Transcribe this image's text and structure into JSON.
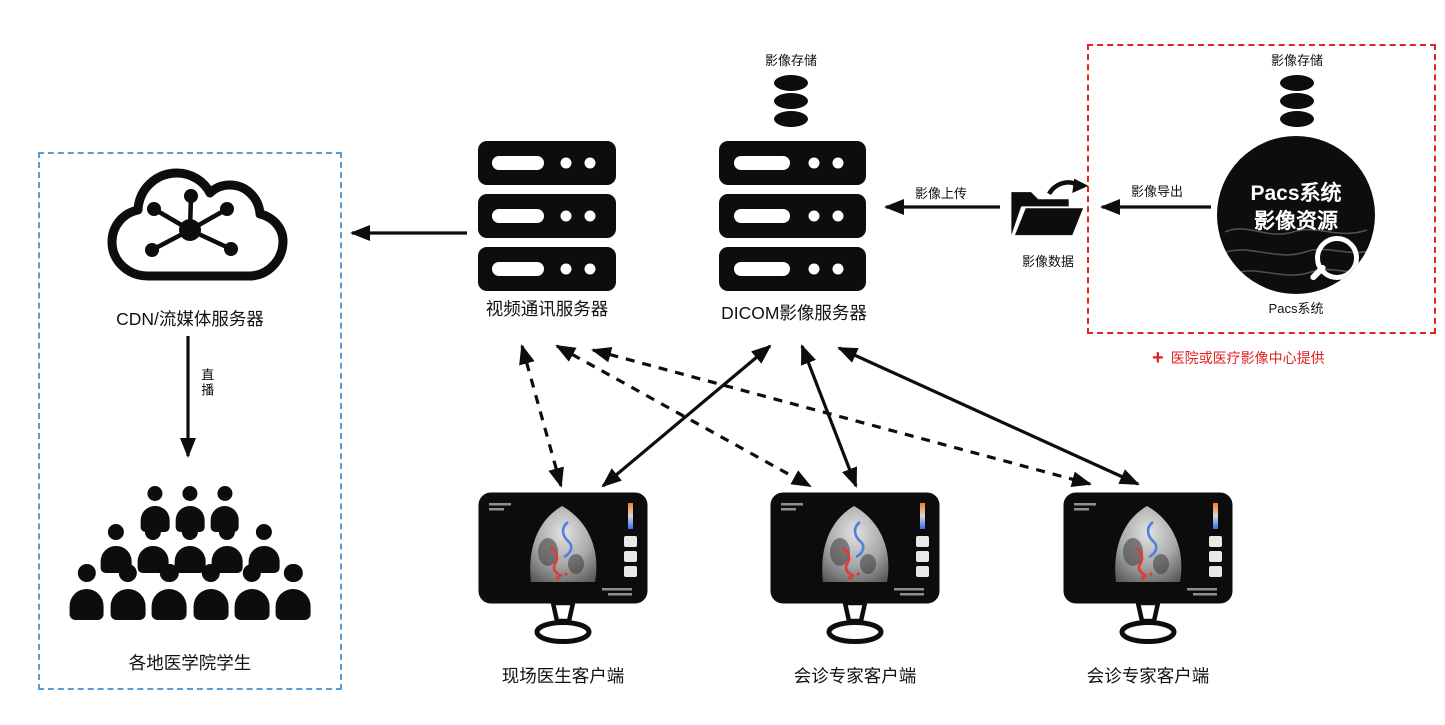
{
  "colors": {
    "black": "#0d0d0d",
    "red_accent": "#e02424",
    "blue_accent": "#5b9bd5",
    "note_red": "#e02020"
  },
  "nodes": {
    "pacs": {
      "storage_label": "影像存储",
      "circle_text_line1": "Pacs系统",
      "circle_text_line2": "影像资源",
      "caption": "Pacs系统",
      "note_plus": "+",
      "note_text": "医院或医疗影像中心提供"
    },
    "dicom": {
      "storage_label": "影像存储",
      "label": "DICOM影像服务器"
    },
    "video": {
      "label": "视频通讯服务器"
    },
    "folder": {
      "label": "影像数据"
    },
    "cdn": {
      "label": "CDN/流媒体服务器"
    },
    "students": {
      "label": "各地医学院学生"
    },
    "clients": [
      {
        "label": "现场医生客户端"
      },
      {
        "label": "会诊专家客户端"
      },
      {
        "label": "会诊专家客户端"
      }
    ]
  },
  "edges": {
    "export_label": "影像导出",
    "upload_label": "影像上传",
    "live_label": "直播"
  }
}
